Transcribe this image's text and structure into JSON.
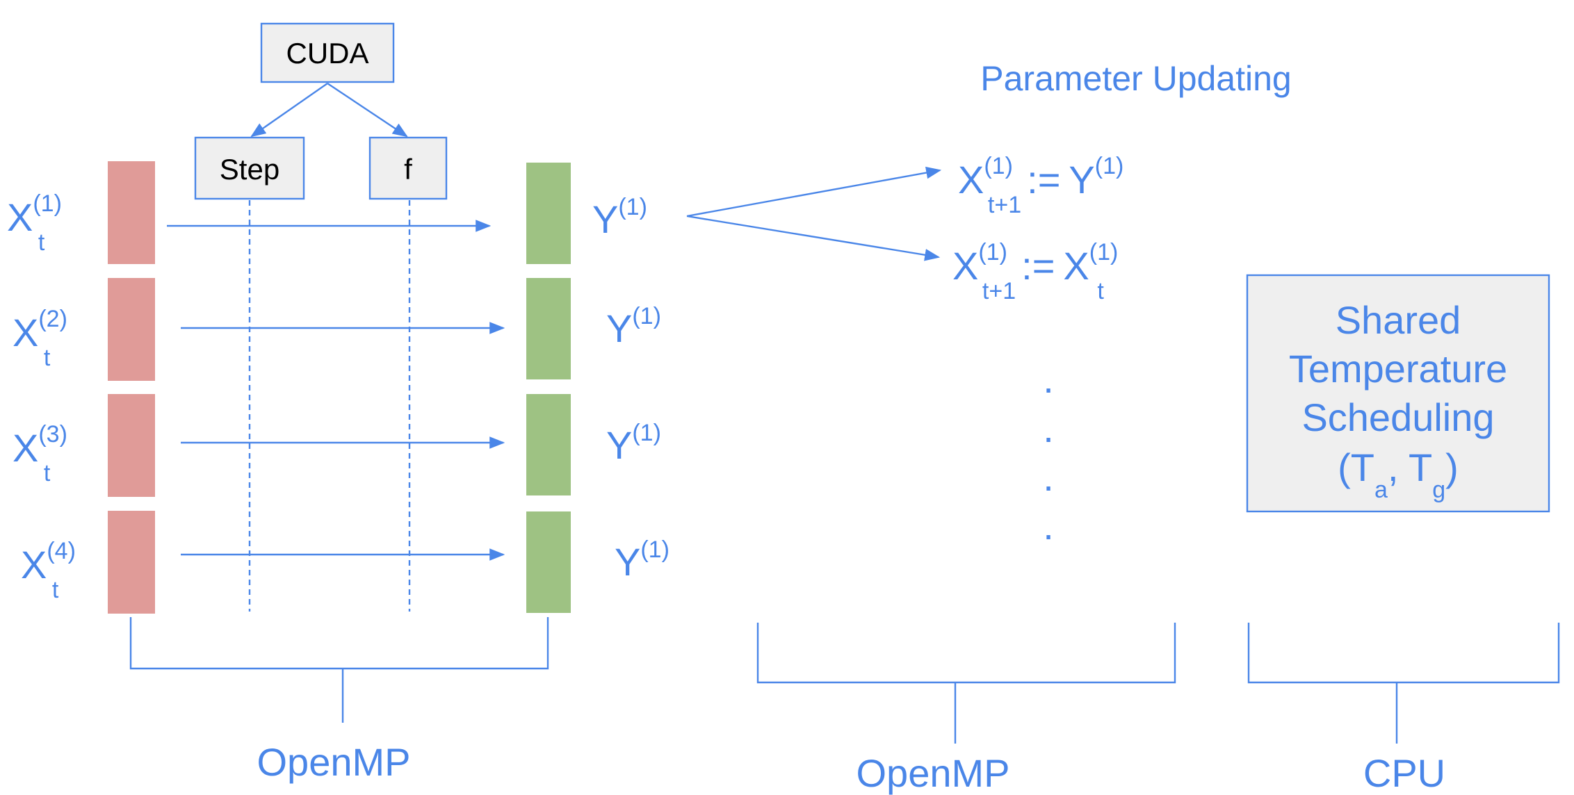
{
  "cuda_label": "CUDA",
  "step_label": "Step",
  "f_label": "f",
  "rows": [
    {
      "input_base": "X",
      "input_sup": "(1)",
      "input_sub": "t",
      "output_base": "Y",
      "output_sup": "(1)"
    },
    {
      "input_base": "X",
      "input_sup": "(2)",
      "input_sub": "t",
      "output_base": "Y",
      "output_sup": "(1)"
    },
    {
      "input_base": "X",
      "input_sup": "(3)",
      "input_sub": "t",
      "output_base": "Y",
      "output_sup": "(1)"
    },
    {
      "input_base": "X",
      "input_sup": "(4)",
      "input_sub": "t",
      "output_base": "Y",
      "output_sup": "(1)"
    }
  ],
  "update_title": "Parameter Updating",
  "update_1": {
    "lhs_base": "X",
    "lhs_sup": "(1)",
    "lhs_sub": "t+1",
    "op": ":=",
    "rhs_base": "Y",
    "rhs_sup": "(1)"
  },
  "update_2": {
    "lhs_base": "X",
    "lhs_sup": "(1)",
    "lhs_sub": "t+1",
    "op": ":=",
    "rhs_base": "X",
    "rhs_sup": "(1)",
    "rhs_sub": "t"
  },
  "ellipsis_dots": [
    ".",
    ".",
    ".",
    "."
  ],
  "shared_box": {
    "line1": "Shared",
    "line2": "Temperature",
    "line3": "Scheduling",
    "line4_open": "(T",
    "line4_sub_a": "a",
    "line4_mid": ", T",
    "line4_sub_g": "g",
    "line4_close": ")"
  },
  "bracket_labels": {
    "left": "OpenMP",
    "middle": "OpenMP",
    "right": "CPU"
  },
  "colors": {
    "accent": "#4a86e8",
    "input_vector": "#e09b98",
    "output_vector": "#9ec283",
    "box_fill": "#efefef"
  }
}
